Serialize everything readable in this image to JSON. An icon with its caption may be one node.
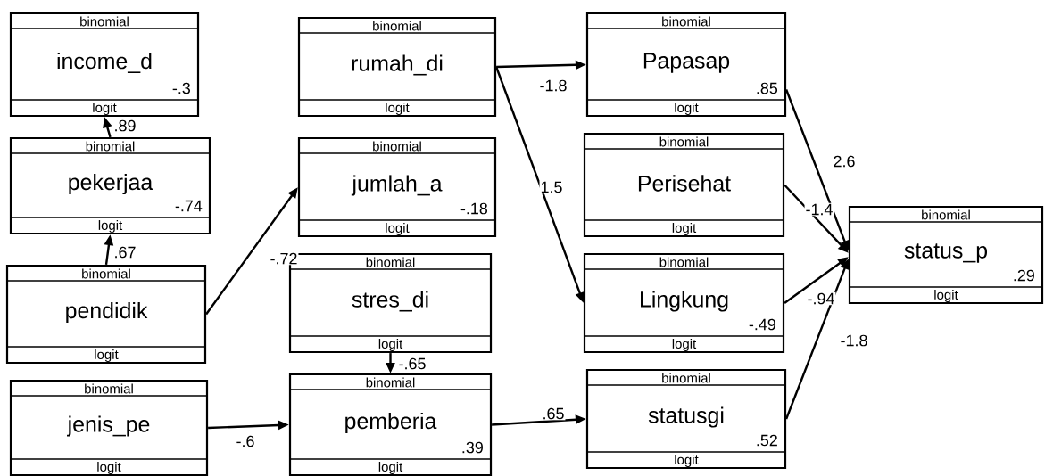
{
  "diagram": {
    "nodes": [
      {
        "text": [
          "binomial",
          "income_d",
          "-.3",
          "logit"
        ]
      },
      {
        "text": [
          "binomial",
          "pekerjaa",
          "-.74",
          "logit"
        ]
      },
      {
        "text": [
          "binomial",
          "pendidik",
          "logit"
        ]
      },
      {
        "text": [
          "binomial",
          "jenis_pe",
          "logit"
        ]
      },
      {
        "text": [
          "binomial",
          "rumah_di",
          "logit"
        ]
      },
      {
        "text": [
          "binomial",
          "jumlah_a",
          "-.18",
          "logit"
        ]
      },
      {
        "text": [
          "binomial",
          "stres_di",
          "logit"
        ]
      },
      {
        "text": [
          "binomial",
          "pemberia",
          ".39",
          "logit"
        ]
      },
      {
        "text": [
          "binomial",
          "Papasap",
          ".85",
          "logit"
        ]
      },
      {
        "text": [
          "binomial",
          "Perisehat",
          "logit"
        ]
      },
      {
        "text": [
          "binomial",
          "Lingkung",
          "-.49",
          "logit"
        ]
      },
      {
        "text": [
          "binomial",
          "statusgi",
          ".52",
          "logit"
        ]
      },
      {
        "text": [
          "binomial",
          "status_p",
          ".29",
          "logit"
        ]
      }
    ],
    "edges": [
      {
        "from": 1,
        "to": 0,
        "arrow": "to",
        "label": ".89"
      },
      {
        "from": 2,
        "to": 1,
        "arrow": "to",
        "label": ".67"
      },
      {
        "from": 2,
        "to": 5,
        "arrow": "to",
        "label": "-.72"
      },
      {
        "from": 6,
        "to": 7,
        "arrow": "to",
        "label": "-.65"
      },
      {
        "from": 3,
        "to": 7,
        "arrow": "to",
        "label": "-.6"
      },
      {
        "from": 4,
        "to": 8,
        "arrow": "to",
        "label": "-1.8"
      },
      {
        "from": 4,
        "to": 10,
        "arrow": "to",
        "label": "1.5"
      },
      {
        "from": 7,
        "to": 11,
        "arrow": "to",
        "label": ".65"
      },
      {
        "from": 8,
        "to": 12,
        "arrow": "to",
        "label": "2.6"
      },
      {
        "from": 9,
        "to": 12,
        "arrow": "to",
        "label": "-1.4"
      },
      {
        "from": 10,
        "to": 12,
        "arrow": "to",
        "label": "-.94"
      },
      {
        "from": 11,
        "to": 12,
        "arrow": "to",
        "label": "-1.8"
      }
    ]
  }
}
